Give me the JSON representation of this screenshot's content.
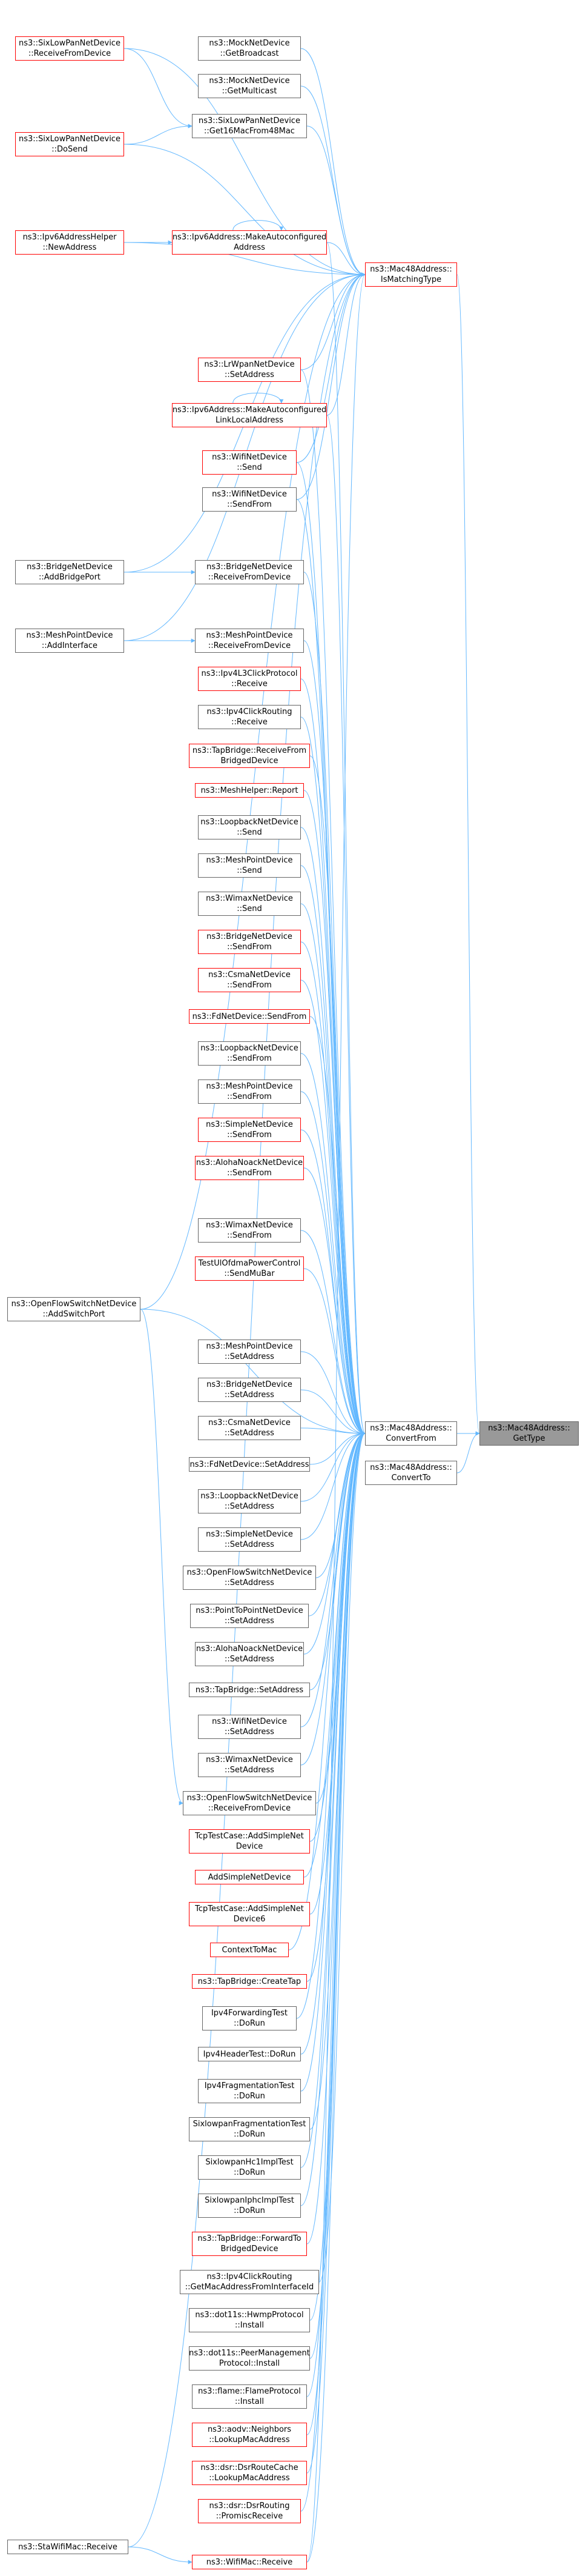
{
  "graph": {
    "colors": {
      "edge": "#63b8ff",
      "border": "#666666",
      "red_border": "#ff0000",
      "focus_fill": "#999999"
    },
    "nodes": [
      {
        "id": "focus",
        "lines": [
          "ns3::Mac48Address::",
          "GetType"
        ],
        "style": "focus"
      },
      {
        "id": "n_isMatchingType",
        "lines": [
          "ns3::Mac48Address::",
          "IsMatchingType"
        ],
        "style": "red"
      },
      {
        "id": "n_convertFrom",
        "lines": [
          "ns3::Mac48Address::",
          "ConvertFrom"
        ],
        "style": "normal"
      },
      {
        "id": "n_convertTo",
        "lines": [
          "ns3::Mac48Address::",
          "ConvertTo"
        ],
        "style": "normal"
      },
      {
        "id": "n_sixRecv",
        "lines": [
          "ns3::SixLowPanNetDevice",
          "::ReceiveFromDevice"
        ],
        "style": "red"
      },
      {
        "id": "n_mockBcast",
        "lines": [
          "ns3::MockNetDevice",
          "::GetBroadcast"
        ],
        "style": "normal"
      },
      {
        "id": "n_mockMcast",
        "lines": [
          "ns3::MockNetDevice",
          "::GetMulticast"
        ],
        "style": "normal"
      },
      {
        "id": "n_sixGet16",
        "lines": [
          "ns3::SixLowPanNetDevice",
          "::Get16MacFrom48Mac"
        ],
        "style": "normal"
      },
      {
        "id": "n_sixDoSend",
        "lines": [
          "ns3::SixLowPanNetDevice",
          "::DoSend"
        ],
        "style": "red"
      },
      {
        "id": "n_ipv6Helper",
        "lines": [
          "ns3::Ipv6AddressHelper",
          "::NewAddress"
        ],
        "style": "red"
      },
      {
        "id": "n_ipv6MakeAuto",
        "lines": [
          "ns3::Ipv6Address::MakeAutoconfigured",
          "Address"
        ],
        "style": "red"
      },
      {
        "id": "n_lrwpanSet",
        "lines": [
          "ns3::LrWpanNetDevice",
          "::SetAddress"
        ],
        "style": "red"
      },
      {
        "id": "n_ipv6MakeLL",
        "lines": [
          "ns3::Ipv6Address::MakeAutoconfigured",
          "LinkLocalAddress"
        ],
        "style": "red"
      },
      {
        "id": "n_wifiSend",
        "lines": [
          "ns3::WifiNetDevice",
          "::Send"
        ],
        "style": "red"
      },
      {
        "id": "n_wifiSendFrom",
        "lines": [
          "ns3::WifiNetDevice",
          "::SendFrom"
        ],
        "style": "normal"
      },
      {
        "id": "n_bridgeAdd",
        "lines": [
          "ns3::BridgeNetDevice",
          "::AddBridgePort"
        ],
        "style": "normal"
      },
      {
        "id": "n_bridgeRecv",
        "lines": [
          "ns3::BridgeNetDevice",
          "::ReceiveFromDevice"
        ],
        "style": "normal"
      },
      {
        "id": "n_meshAddIf",
        "lines": [
          "ns3::MeshPointDevice",
          "::AddInterface"
        ],
        "style": "normal"
      },
      {
        "id": "n_meshRecv",
        "lines": [
          "ns3::MeshPointDevice",
          "::ReceiveFromDevice"
        ],
        "style": "normal"
      },
      {
        "id": "n_ipv4L3Click",
        "lines": [
          "ns3::Ipv4L3ClickProtocol",
          "::Receive"
        ],
        "style": "red"
      },
      {
        "id": "n_ipv4ClickRouting",
        "lines": [
          "ns3::Ipv4ClickRouting",
          "::Receive"
        ],
        "style": "normal"
      },
      {
        "id": "n_tapRecv",
        "lines": [
          "ns3::TapBridge::ReceiveFrom",
          "BridgedDevice"
        ],
        "style": "red"
      },
      {
        "id": "n_meshHelperReport",
        "lines": [
          "ns3::MeshHelper::Report"
        ],
        "style": "red"
      },
      {
        "id": "n_loopSend",
        "lines": [
          "ns3::LoopbackNetDevice",
          "::Send"
        ],
        "style": "normal"
      },
      {
        "id": "n_meshSend",
        "lines": [
          "ns3::MeshPointDevice",
          "::Send"
        ],
        "style": "normal"
      },
      {
        "id": "n_wimaxSend",
        "lines": [
          "ns3::WimaxNetDevice",
          "::Send"
        ],
        "style": "normal"
      },
      {
        "id": "n_bridgeSendFrom",
        "lines": [
          "ns3::BridgeNetDevice",
          "::SendFrom"
        ],
        "style": "red"
      },
      {
        "id": "n_csmaSendFrom",
        "lines": [
          "ns3::CsmaNetDevice",
          "::SendFrom"
        ],
        "style": "red"
      },
      {
        "id": "n_fdSendFrom",
        "lines": [
          "ns3::FdNetDevice::SendFrom"
        ],
        "style": "red"
      },
      {
        "id": "n_loopSendFrom",
        "lines": [
          "ns3::LoopbackNetDevice",
          "::SendFrom"
        ],
        "style": "normal"
      },
      {
        "id": "n_meshSendFrom",
        "lines": [
          "ns3::MeshPointDevice",
          "::SendFrom"
        ],
        "style": "normal"
      },
      {
        "id": "n_simpleSendFrom",
        "lines": [
          "ns3::SimpleNetDevice",
          "::SendFrom"
        ],
        "style": "red"
      },
      {
        "id": "n_alohaSendFrom",
        "lines": [
          "ns3::AlohaNoackNetDevice",
          "::SendFrom"
        ],
        "style": "red"
      },
      {
        "id": "n_wimaxSendFrom",
        "lines": [
          "ns3::WimaxNetDevice",
          "::SendFrom"
        ],
        "style": "normal"
      },
      {
        "id": "n_testUl",
        "lines": [
          "TestUlOfdmaPowerControl",
          "::SendMuBar"
        ],
        "style": "red"
      },
      {
        "id": "n_ofswAddPort",
        "lines": [
          "ns3::OpenFlowSwitchNetDevice",
          "::AddSwitchPort"
        ],
        "style": "normal"
      },
      {
        "id": "n_meshSetAddr",
        "lines": [
          "ns3::MeshPointDevice",
          "::SetAddress"
        ],
        "style": "normal"
      },
      {
        "id": "n_bridgeSetAddr",
        "lines": [
          "ns3::BridgeNetDevice",
          "::SetAddress"
        ],
        "style": "normal"
      },
      {
        "id": "n_csmaSetAddr",
        "lines": [
          "ns3::CsmaNetDevice",
          "::SetAddress"
        ],
        "style": "normal"
      },
      {
        "id": "n_fdSetAddr",
        "lines": [
          "ns3::FdNetDevice::SetAddress"
        ],
        "style": "normal"
      },
      {
        "id": "n_loopSetAddr",
        "lines": [
          "ns3::LoopbackNetDevice",
          "::SetAddress"
        ],
        "style": "normal"
      },
      {
        "id": "n_simpleSetAddr",
        "lines": [
          "ns3::SimpleNetDevice",
          "::SetAddress"
        ],
        "style": "normal"
      },
      {
        "id": "n_ofswSetAddr",
        "lines": [
          "ns3::OpenFlowSwitchNetDevice",
          "::SetAddress"
        ],
        "style": "normal"
      },
      {
        "id": "n_p2pSetAddr",
        "lines": [
          "ns3::PointToPointNetDevice",
          "::SetAddress"
        ],
        "style": "normal"
      },
      {
        "id": "n_alohaSetAddr",
        "lines": [
          "ns3::AlohaNoackNetDevice",
          "::SetAddress"
        ],
        "style": "normal"
      },
      {
        "id": "n_tapSetAddr",
        "lines": [
          "ns3::TapBridge::SetAddress"
        ],
        "style": "normal"
      },
      {
        "id": "n_wifiSetAddr",
        "lines": [
          "ns3::WifiNetDevice",
          "::SetAddress"
        ],
        "style": "normal"
      },
      {
        "id": "n_wimaxSetAddr",
        "lines": [
          "ns3::WimaxNetDevice",
          "::SetAddress"
        ],
        "style": "normal"
      },
      {
        "id": "n_ofswRecv",
        "lines": [
          "ns3::OpenFlowSwitchNetDevice",
          "::ReceiveFromDevice"
        ],
        "style": "normal"
      },
      {
        "id": "n_tcpAddSimple",
        "lines": [
          "TcpTestCase::AddSimpleNet",
          "Device"
        ],
        "style": "red"
      },
      {
        "id": "n_addSimple",
        "lines": [
          "AddSimpleNetDevice"
        ],
        "style": "red"
      },
      {
        "id": "n_tcpAddSimple6",
        "lines": [
          "TcpTestCase::AddSimpleNet",
          "Device6"
        ],
        "style": "red"
      },
      {
        "id": "n_contextToMac",
        "lines": [
          "ContextToMac"
        ],
        "style": "red"
      },
      {
        "id": "n_tapCreate",
        "lines": [
          "ns3::TapBridge::CreateTap"
        ],
        "style": "red"
      },
      {
        "id": "n_ipv4FwdTest",
        "lines": [
          "Ipv4ForwardingTest",
          "::DoRun"
        ],
        "style": "normal"
      },
      {
        "id": "n_ipv4HdrTest",
        "lines": [
          "Ipv4HeaderTest::DoRun"
        ],
        "style": "normal"
      },
      {
        "id": "n_ipv4FragTest",
        "lines": [
          "Ipv4FragmentationTest",
          "::DoRun"
        ],
        "style": "normal"
      },
      {
        "id": "n_sixFragTest",
        "lines": [
          "SixlowpanFragmentationTest",
          "::DoRun"
        ],
        "style": "normal"
      },
      {
        "id": "n_sixIphc1",
        "lines": [
          "SixlowpanHc1ImplTest",
          "::DoRun"
        ],
        "style": "normal"
      },
      {
        "id": "n_sixIphc",
        "lines": [
          "SixlowpanIphcImplTest",
          "::DoRun"
        ],
        "style": "normal"
      },
      {
        "id": "n_tapFwd",
        "lines": [
          "ns3::TapBridge::ForwardTo",
          "BridgedDevice"
        ],
        "style": "red"
      },
      {
        "id": "n_ipv4ClickGetMac",
        "lines": [
          "ns3::Ipv4ClickRouting",
          "::GetMacAddressFromInterfaceId"
        ],
        "style": "normal"
      },
      {
        "id": "n_dot11sHwmp",
        "lines": [
          "ns3::dot11s::HwmpProtocol",
          "::Install"
        ],
        "style": "normal"
      },
      {
        "id": "n_dot11sPeer",
        "lines": [
          "ns3::dot11s::PeerManagement",
          "Protocol::Install"
        ],
        "style": "normal"
      },
      {
        "id": "n_flame",
        "lines": [
          "ns3::flame::FlameProtocol",
          "::Install"
        ],
        "style": "normal"
      },
      {
        "id": "n_aodv",
        "lines": [
          "ns3::aodv::Neighbors",
          "::LookupMacAddress"
        ],
        "style": "red"
      },
      {
        "id": "n_dsrCache",
        "lines": [
          "ns3::dsr::DsrRouteCache",
          "::LookupMacAddress"
        ],
        "style": "red"
      },
      {
        "id": "n_dsrRouting",
        "lines": [
          "ns3::dsr::DsrRouting",
          "::PromiscReceive"
        ],
        "style": "red"
      },
      {
        "id": "n_staWifi",
        "lines": [
          "ns3::StaWifiMac::Receive"
        ],
        "style": "normal"
      },
      {
        "id": "n_wifiMacRecv",
        "lines": [
          "ns3::WifiMac::Receive"
        ],
        "style": "red"
      }
    ]
  }
}
